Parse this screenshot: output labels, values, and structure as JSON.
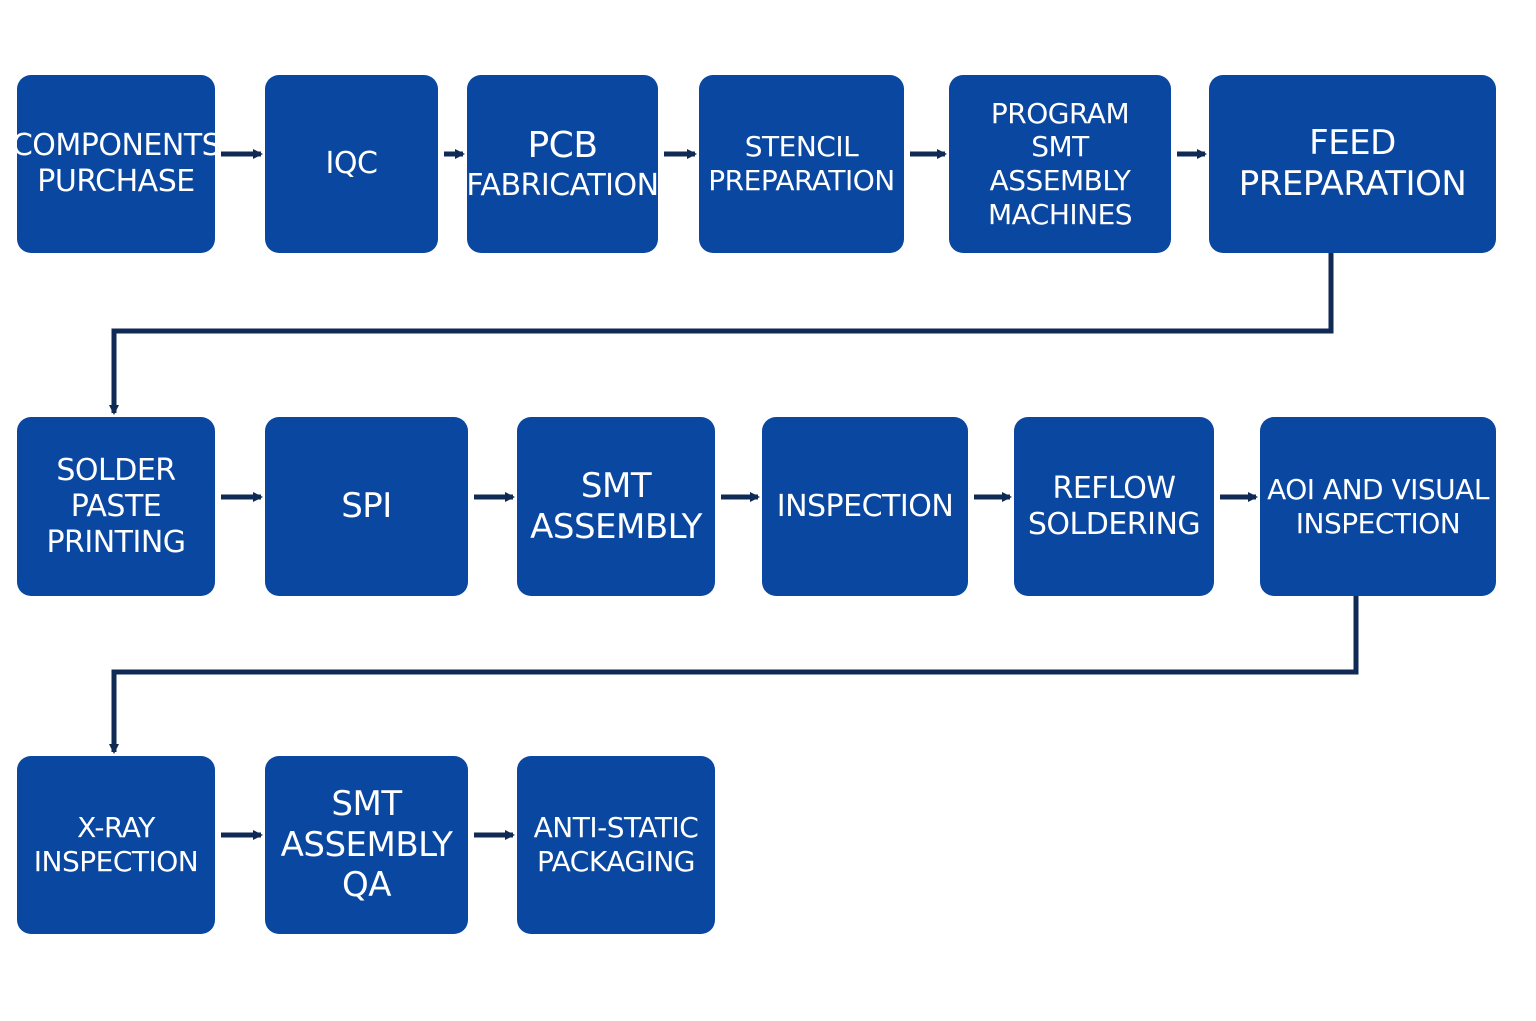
{
  "colors": {
    "box_fill": "#0a47a0",
    "box_text": "#ffffff",
    "connector": "#0f2a55",
    "background": "#ffffff"
  },
  "steps": [
    {
      "id": "components-purchase",
      "lines": [
        "COMPONENTS",
        "PURCHASE"
      ]
    },
    {
      "id": "iqc",
      "lines": [
        "IQC"
      ]
    },
    {
      "id": "pcb-fabrication",
      "lines": [
        "PCB",
        "FABRICATION"
      ]
    },
    {
      "id": "stencil-preparation",
      "lines": [
        "STENCIL",
        "PREPARATION"
      ]
    },
    {
      "id": "program-smt-assembly-machines",
      "lines": [
        "PROGRAM",
        "SMT",
        "ASSEMBLY",
        "MACHINES"
      ]
    },
    {
      "id": "feed-preparation",
      "lines": [
        "FEED",
        "PREPARATION"
      ]
    },
    {
      "id": "solder-paste-printing",
      "lines": [
        "SOLDER",
        "PASTE",
        "PRINTING"
      ]
    },
    {
      "id": "spi",
      "lines": [
        "SPI"
      ]
    },
    {
      "id": "smt-assembly",
      "lines": [
        "SMT",
        "ASSEMBLY"
      ]
    },
    {
      "id": "inspection",
      "lines": [
        "INSPECTION"
      ]
    },
    {
      "id": "reflow-soldering",
      "lines": [
        "REFLOW",
        "SOLDERING"
      ]
    },
    {
      "id": "aoi-and-visual-inspection",
      "lines": [
        "AOI AND VISUAL",
        "INSPECTION"
      ]
    },
    {
      "id": "x-ray-inspection",
      "lines": [
        "X-RAY",
        "INSPECTION"
      ]
    },
    {
      "id": "smt-assembly-qa",
      "lines": [
        "SMT",
        "ASSEMBLY",
        "QA"
      ]
    },
    {
      "id": "anti-static-packaging",
      "lines": [
        "ANTI-STATIC",
        "PACKAGING"
      ]
    }
  ],
  "edges": [
    {
      "from": "components-purchase",
      "to": "iqc"
    },
    {
      "from": "iqc",
      "to": "pcb-fabrication"
    },
    {
      "from": "pcb-fabrication",
      "to": "stencil-preparation"
    },
    {
      "from": "stencil-preparation",
      "to": "program-smt-assembly-machines"
    },
    {
      "from": "program-smt-assembly-machines",
      "to": "feed-preparation"
    },
    {
      "from": "feed-preparation",
      "to": "solder-paste-printing"
    },
    {
      "from": "solder-paste-printing",
      "to": "spi"
    },
    {
      "from": "spi",
      "to": "smt-assembly"
    },
    {
      "from": "smt-assembly",
      "to": "inspection"
    },
    {
      "from": "inspection",
      "to": "reflow-soldering"
    },
    {
      "from": "reflow-soldering",
      "to": "aoi-and-visual-inspection"
    },
    {
      "from": "aoi-and-visual-inspection",
      "to": "x-ray-inspection"
    },
    {
      "from": "x-ray-inspection",
      "to": "smt-assembly-qa"
    },
    {
      "from": "smt-assembly-qa",
      "to": "anti-static-packaging"
    }
  ]
}
